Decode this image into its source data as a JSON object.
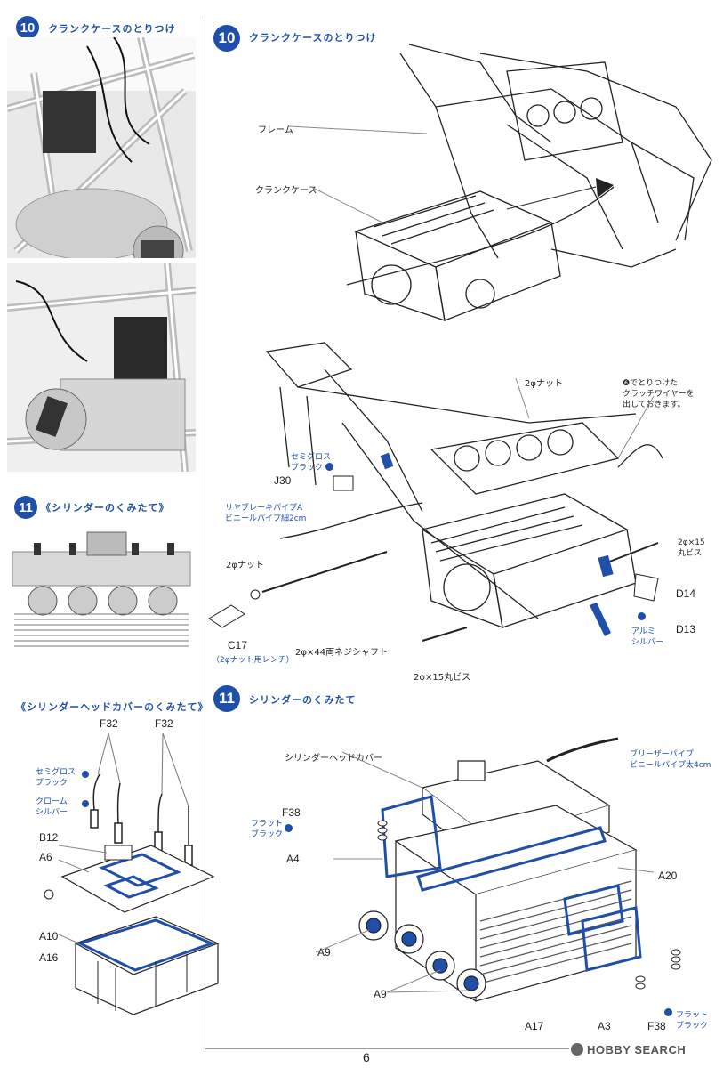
{
  "page_number": "6",
  "watermark": "HOBBY SEARCH",
  "left_column": {
    "step10": {
      "number": "10",
      "title": "クランクケースのとりつけ"
    },
    "step11": {
      "number": "11",
      "title": "《シリンダーのくみたて》"
    },
    "head_cover_title": "《シリンダーヘッドカバーのくみたて》",
    "parts": {
      "f32_a": "F32",
      "f32_b": "F32",
      "semigloss": "セミグロス\nブラック",
      "chrome": "クローム\nシルバー",
      "b12": "B12",
      "a6": "A6",
      "a10": "A10",
      "a16": "A16"
    }
  },
  "right_column": {
    "step10": {
      "number": "10",
      "title": "クランクケースのとりつけ"
    },
    "labels": {
      "frame": "フレーム",
      "crankcase": "クランクケース",
      "nut_top": "2φナット",
      "clutch_note": "❻でとりつけた\nクラッチワイヤーを\n出しておきます。",
      "semigloss": "セミグロス\nブラック",
      "j30": "J30",
      "rear_brake": "リヤブレーキパイプA\nビニールパイプ細2cm",
      "nut_left": "2φナット",
      "screw_15": "2φ×15\n丸ビス",
      "d14": "D14",
      "d13": "D13",
      "alumi": "アルミ\nシルバー",
      "c17": "C17",
      "c17_note": "（2φナット用レンチ）",
      "shaft": "2φ×44両ネジシャフト",
      "screw_bottom": "2φ×15丸ビス"
    },
    "step11": {
      "number": "11",
      "title": "シリンダーのくみたて"
    },
    "labels11": {
      "head_cover": "シリンダーヘッドカバー",
      "breather": "ブリーザーパイプ\nビニールパイプ太4cm",
      "f38_top": "F38",
      "flat_black_top": "フラット\nブラック",
      "a4": "A4",
      "a20": "A20",
      "a9_a": "A9",
      "a9_b": "A9",
      "a17": "A17",
      "a3": "A3",
      "f38_bottom": "F38",
      "flat_black_bottom": "フラット\nブラック"
    }
  }
}
